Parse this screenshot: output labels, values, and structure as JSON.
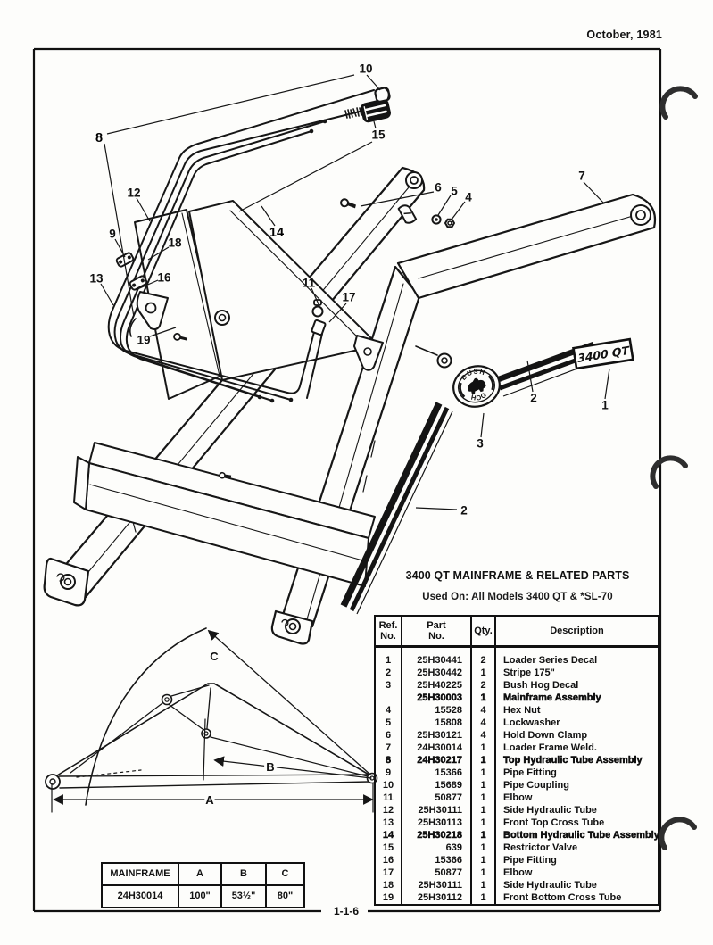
{
  "header": {
    "date": "October, 1981"
  },
  "footer": {
    "page_number": "1-1-6"
  },
  "parts_section": {
    "title": "3400 QT MAINFRAME & RELATED PARTS",
    "used_on": "Used On:  All Models 3400 QT & *SL-70",
    "table": {
      "headers": {
        "ref1": "Ref.",
        "ref2": "No.",
        "part1": "Part",
        "part2": "No.",
        "qty": "Qty.",
        "desc": "Description"
      },
      "rows": [
        {
          "ref": "1",
          "part": "25H30441",
          "qty": "2",
          "desc": "Loader Series Decal",
          "bold": false
        },
        {
          "ref": "2",
          "part": "25H30442",
          "qty": "1",
          "desc": "Stripe  175\"",
          "bold": false
        },
        {
          "ref": "3",
          "part": "25H40225",
          "qty": "2",
          "desc": "Bush Hog Decal",
          "bold": false
        },
        {
          "ref": "",
          "part": "25H30003",
          "qty": "1",
          "desc": "Mainframe Assembly",
          "bold": true
        },
        {
          "ref": "4",
          "part": "15528",
          "qty": "4",
          "desc": "Hex Nut",
          "bold": false
        },
        {
          "ref": "5",
          "part": "15808",
          "qty": "4",
          "desc": "Lockwasher",
          "bold": false
        },
        {
          "ref": "6",
          "part": "25H30121",
          "qty": "4",
          "desc": "Hold Down Clamp",
          "bold": false
        },
        {
          "ref": "7",
          "part": "24H30014",
          "qty": "1",
          "desc": "Loader Frame Weld.",
          "bold": false
        },
        {
          "ref": "8",
          "part": "24H30217",
          "qty": "1",
          "desc": "Top Hydraulic Tube Assembly",
          "bold": true
        },
        {
          "ref": "9",
          "part": "15366",
          "qty": "1",
          "desc": "Pipe Fitting",
          "bold": false
        },
        {
          "ref": "10",
          "part": "15689",
          "qty": "1",
          "desc": "Pipe Coupling",
          "bold": false
        },
        {
          "ref": "11",
          "part": "50877",
          "qty": "1",
          "desc": "Elbow",
          "bold": false
        },
        {
          "ref": "12",
          "part": "25H30111",
          "qty": "1",
          "desc": "Side Hydraulic Tube",
          "bold": false
        },
        {
          "ref": "13",
          "part": "25H30113",
          "qty": "1",
          "desc": "Front Top Cross Tube",
          "bold": false
        },
        {
          "ref": "14",
          "part": "25H30218",
          "qty": "1",
          "desc": "Bottom Hydraulic Tube Assembly",
          "bold": true
        },
        {
          "ref": "15",
          "part": "639",
          "qty": "1",
          "desc": "Restrictor Valve",
          "bold": false
        },
        {
          "ref": "16",
          "part": "15366",
          "qty": "1",
          "desc": "Pipe Fitting",
          "bold": false
        },
        {
          "ref": "17",
          "part": "50877",
          "qty": "1",
          "desc": "Elbow",
          "bold": false
        },
        {
          "ref": "18",
          "part": "25H30111",
          "qty": "1",
          "desc": "Side Hydraulic Tube",
          "bold": false
        },
        {
          "ref": "19",
          "part": "25H30112",
          "qty": "1",
          "desc": "Front Bottom Cross Tube",
          "bold": false
        }
      ]
    }
  },
  "mainframe_table": {
    "headers": [
      "MAINFRAME",
      "A",
      "B",
      "C"
    ],
    "values": [
      "24H30014",
      "100\"",
      "53½\"",
      "80\""
    ]
  },
  "callouts": {
    "n1": "1",
    "n2": "2",
    "n2b": "2",
    "n3": "3",
    "n4": "4",
    "n5": "5",
    "n6": "6",
    "n7": "7",
    "n8": "8",
    "n9": "9",
    "n10": "10",
    "n11": "11",
    "n12": "12",
    "n13": "13",
    "n14": "14",
    "n15": "15",
    "n16": "16",
    "n17": "17",
    "n18": "18",
    "n19": "19"
  },
  "decals": {
    "model_decal": "3400 QT",
    "logo_top": "BUSH",
    "logo_bottom": "HOG"
  },
  "dim_labels": {
    "a": "A",
    "b": "B",
    "c": "C"
  }
}
